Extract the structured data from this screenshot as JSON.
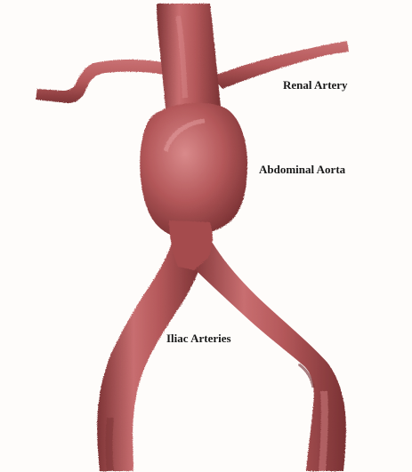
{
  "labels": {
    "renal_artery": "Renal Artery",
    "abdominal_aorta": "Abdominal Aorta",
    "iliac_arteries": "Iliac Arteries"
  },
  "colors": {
    "background": "#fefcfa",
    "vessel_fill": "#b4585a",
    "vessel_shadow": "#7e3436",
    "vessel_highlight": "#d98a8b"
  }
}
